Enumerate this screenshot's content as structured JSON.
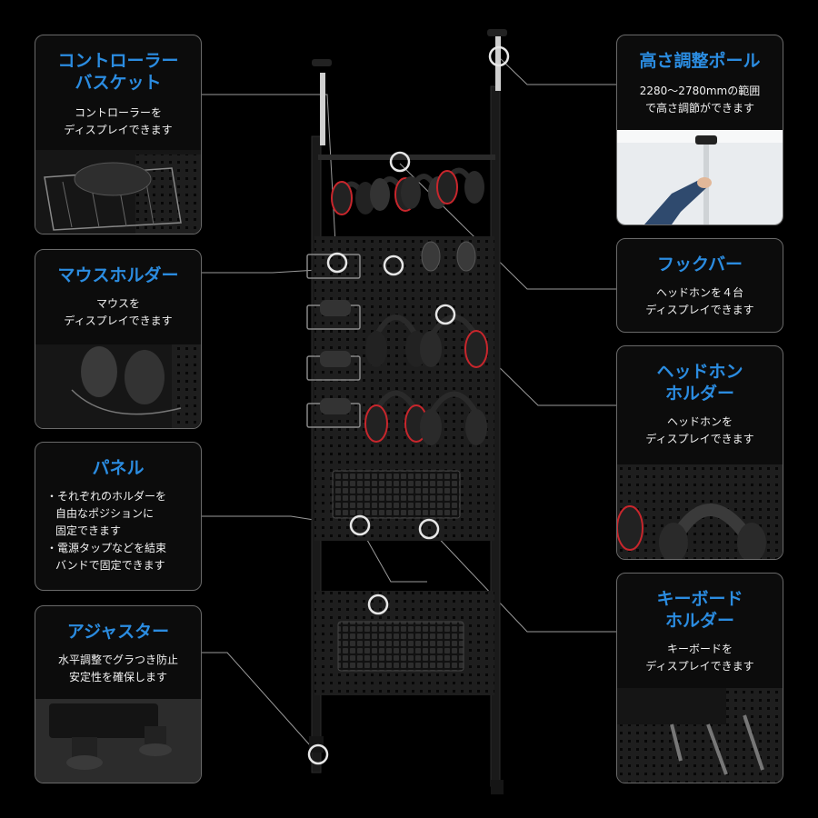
{
  "cards": {
    "controller_basket": {
      "title": "コントローラー\nバスケット",
      "desc": "コントローラーを\nディスプレイできます"
    },
    "mouse_holder": {
      "title": "マウスホルダー",
      "desc": "マウスを\nディスプレイできます"
    },
    "panel": {
      "title": "パネル",
      "bullets": [
        "・それぞれのホルダーを\n自由なポジションに\n固定できます",
        "・電源タップなどを結束\nバンドで固定できます"
      ]
    },
    "adjuster": {
      "title": "アジャスター",
      "desc": "水平調整でグラつき防止\n安定性を確保します"
    },
    "height_pole": {
      "title": "高さ調整ポール",
      "desc": "2280～2780mmの範囲\nで高さ調節ができます"
    },
    "hook_bar": {
      "title": "フックバー",
      "desc": "ヘッドホンを４台\nディスプレイできます"
    },
    "headphone_holder": {
      "title": "ヘッドホン\nホルダー",
      "desc": "ヘッドホンを\nディスプレイできます"
    },
    "keyboard_holder": {
      "title": "キーボード\nホルダー",
      "desc": "キーボードを\nディスプレイできます"
    }
  },
  "colors": {
    "accent": "#2b8ce0",
    "frame": "#1a1a1a",
    "headphone_red": "#c8262c"
  }
}
